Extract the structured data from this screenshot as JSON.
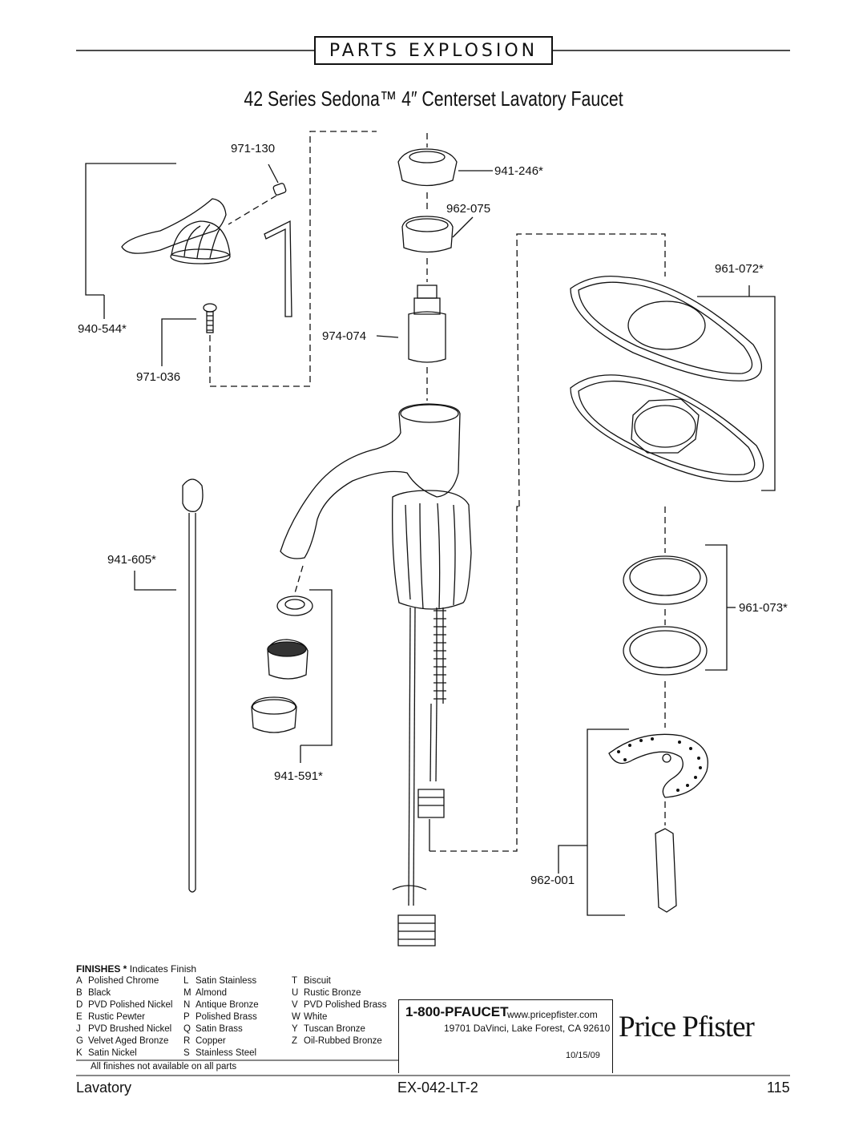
{
  "header": {
    "banner": "PARTS EXPLOSION",
    "title": "42 Series Sedona™ 4″ Centerset Lavatory Faucet"
  },
  "parts": {
    "p971_130": "971-130",
    "p940_544": "940-544*",
    "p971_036": "971-036",
    "p941_246": "941-246*",
    "p962_075": "962-075",
    "p974_074": "974-074",
    "p961_072": "961-072*",
    "p941_605": "941-605*",
    "p961_073": "961-073*",
    "p941_591": "941-591*",
    "p962_001": "962-001"
  },
  "finishes": {
    "heading_bold": "FINISHES",
    "heading_star": " * ",
    "heading_rest": "Indicates Finish",
    "col1": [
      {
        "code": "A",
        "name": "Polished Chrome"
      },
      {
        "code": "B",
        "name": "Black"
      },
      {
        "code": "D",
        "name": "PVD Polished Nickel"
      },
      {
        "code": "E",
        "name": "Rustic Pewter"
      },
      {
        "code": "J",
        "name": "PVD Brushed Nickel"
      },
      {
        "code": "G",
        "name": "Velvet Aged Bronze"
      },
      {
        "code": "K",
        "name": "Satin Nickel"
      }
    ],
    "col2": [
      {
        "code": "L",
        "name": "Satin Stainless"
      },
      {
        "code": "M",
        "name": "Almond"
      },
      {
        "code": "N",
        "name": "Antique Bronze"
      },
      {
        "code": "P",
        "name": "Polished Brass"
      },
      {
        "code": "Q",
        "name": "Satin Brass"
      },
      {
        "code": "R",
        "name": "Copper"
      },
      {
        "code": "S",
        "name": "Stainless Steel"
      }
    ],
    "col3": [
      {
        "code": "T",
        "name": "Biscuit"
      },
      {
        "code": "U",
        "name": "Rustic Bronze"
      },
      {
        "code": "V",
        "name": "PVD Polished Brass"
      },
      {
        "code": "W",
        "name": "White"
      },
      {
        "code": "Y",
        "name": "Tuscan Bronze"
      },
      {
        "code": "Z",
        "name": "Oil-Rubbed Bronze"
      }
    ],
    "note": "All finishes not available on all parts"
  },
  "contact": {
    "phone": "1-800-PFAUCET",
    "web": "www.pricepfister.com",
    "address": "19701 DaVinci, Lake Forest, CA  92610",
    "date": "10/15/09",
    "logo": "Price Pfister"
  },
  "footer": {
    "left": "Lavatory",
    "center": "EX-042-LT-2",
    "right": "115"
  }
}
